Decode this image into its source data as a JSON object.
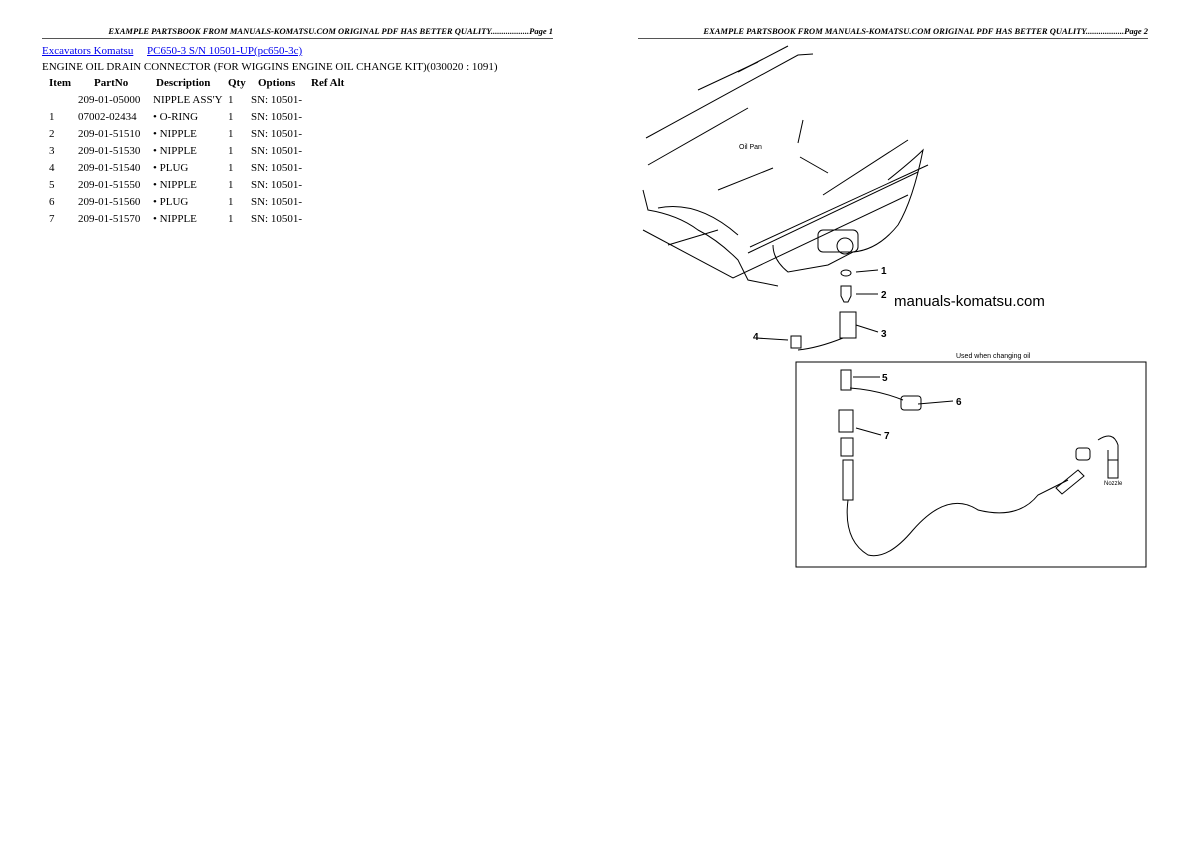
{
  "page1": {
    "header": "EXAMPLE PARTSBOOK FROM MANUALS-KOMATSU.COM ORIGINAL PDF HAS BETTER QUALITY..................Page 1",
    "breadcrumb": [
      {
        "label": "Excavators Komatsu"
      },
      {
        "label": "PC650-3 S/N 10501-UP(pc650-3c)"
      }
    ],
    "title": "ENGINE OIL DRAIN CONNECTOR (FOR WIGGINS ENGINE OIL CHANGE KIT)(030020 : 1091)",
    "table": {
      "columns": [
        "Item",
        "PartNo",
        "Description",
        "Qty",
        "Options",
        "Ref Alt"
      ],
      "rows": [
        {
          "item": "",
          "partno": "209-01-05000",
          "desc": "NIPPLE ASS'Y",
          "qty": "1",
          "options": "SN: 10501-"
        },
        {
          "item": "1",
          "partno": "07002-02434",
          "desc": "• O-RING",
          "qty": "1",
          "options": "SN: 10501-"
        },
        {
          "item": "2",
          "partno": "209-01-51510",
          "desc": "• NIPPLE",
          "qty": "1",
          "options": "SN: 10501-"
        },
        {
          "item": "3",
          "partno": "209-01-51530",
          "desc": "• NIPPLE",
          "qty": "1",
          "options": "SN: 10501-"
        },
        {
          "item": "4",
          "partno": "209-01-51540",
          "desc": "• PLUG",
          "qty": "1",
          "options": "SN: 10501-"
        },
        {
          "item": "5",
          "partno": "209-01-51550",
          "desc": "• NIPPLE",
          "qty": "1",
          "options": "SN: 10501-"
        },
        {
          "item": "6",
          "partno": "209-01-51560",
          "desc": "• PLUG",
          "qty": "1",
          "options": "SN: 10501-"
        },
        {
          "item": "7",
          "partno": "209-01-51570",
          "desc": "• NIPPLE",
          "qty": "1",
          "options": "SN: 10501-"
        }
      ]
    }
  },
  "page2": {
    "header": "EXAMPLE PARTSBOOK FROM MANUALS-KOMATSU.COM ORIGINAL PDF HAS BETTER QUALITY..................Page 2",
    "diagram": {
      "oil_pan_label": "Oil Pan",
      "box_label": "Used when changing oil",
      "nozzle_label": "Nozzle",
      "watermark": "manuals-komatsu.com",
      "callouts": [
        "1",
        "2",
        "3",
        "4",
        "5",
        "6",
        "7"
      ]
    }
  }
}
